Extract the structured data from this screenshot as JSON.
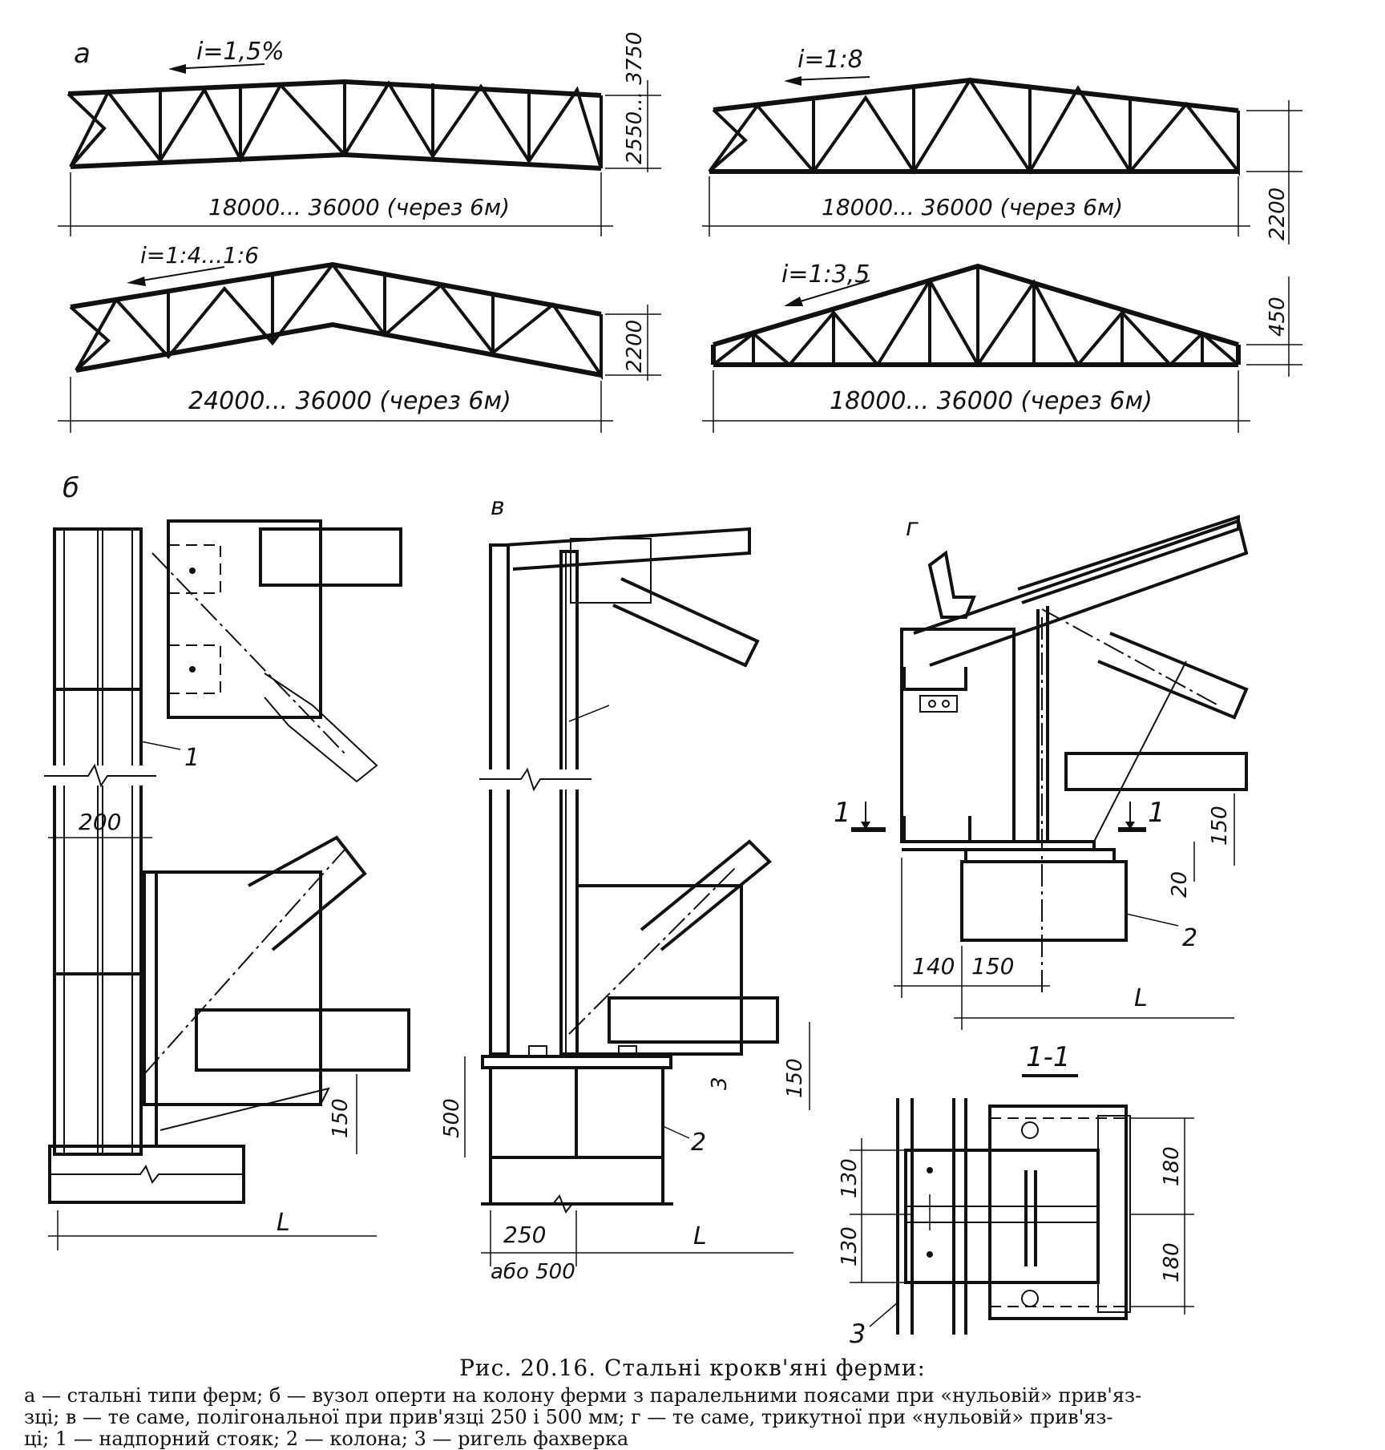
{
  "panel_labels": {
    "a": "а",
    "b": "б",
    "v": "в",
    "g": "г"
  },
  "trusses": {
    "t1": {
      "slope": "i=1,5%",
      "span": "18000... 36000 (через 6м)",
      "height": "2550... 3750"
    },
    "t2": {
      "slope": "i=1:8",
      "span": "18000... 36000 (через 6м)",
      "height": "2200"
    },
    "t3": {
      "slope": "i=1:4...1:6",
      "span": "24000... 36000 (через 6м)",
      "height": "2200"
    },
    "t4": {
      "slope": "i=1:3,5",
      "span": "18000... 36000 (через 6м)",
      "height": "450"
    }
  },
  "detail_b": {
    "dim_200": "200",
    "dim_150": "150",
    "ref_1": "1",
    "axis": "L"
  },
  "detail_v": {
    "dim_500": "500",
    "dim_150": "150",
    "dim_3": "3",
    "ref_2": "2",
    "dim_250": "250",
    "dim_250_alt": "або 500",
    "axis": "L"
  },
  "detail_g": {
    "section_mark": "1",
    "dim_150": "150",
    "dim_20": "20",
    "dim_140": "140",
    "dim_150b": "150",
    "ref_2": "2",
    "axis": "L"
  },
  "section_11": {
    "title": "1-1",
    "dim_130a": "130",
    "dim_130b": "130",
    "dim_180a": "180",
    "dim_180b": "180",
    "ref_3": "3"
  },
  "caption": "Рис. 20.16. Стальні крокв'яні ферми:",
  "legend": {
    "line1": "а — стальні типи ферм; б — вузол оперти на колону ферми з паралельними поясами при «нульовій» прив'яз-",
    "line2": "зці; в — те саме, полігональної при прив'язці 250 і 500 мм; г — те саме, трикутної при «нульовій» прив'яз-",
    "line3": "ці; 1 — надпорний стояк; 2 — колона; 3 — ригель фахверка"
  }
}
